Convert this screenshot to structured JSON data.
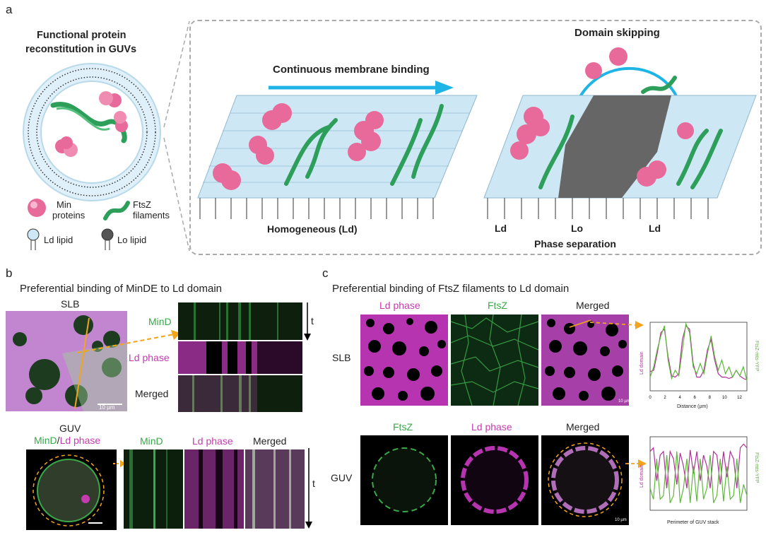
{
  "panel_a": {
    "letter": "a",
    "title_line1": "Functional protein",
    "title_line2": "reconstitution in GUVs",
    "legend": {
      "min_proteins_1": "Min",
      "min_proteins_2": "proteins",
      "ftsz_1": "FtsZ",
      "ftsz_2": "filaments",
      "ld_lipid": "Ld lipid",
      "lo_lipid": "Lo lipid"
    },
    "continuous_binding": "Continuous membrane binding",
    "homogeneous": "Homogeneous (Ld)",
    "domain_skipping": "Domain skipping",
    "ld_left": "Ld",
    "lo_mid": "Lo",
    "ld_right": "Ld",
    "phase_separation": "Phase separation",
    "colors": {
      "ld_lipid": "#cde7f5",
      "lo_lipid": "#666666",
      "arrow": "#1fb4e6",
      "ftsz": "#2e9e5b",
      "min": "#e86a9a"
    }
  },
  "panel_b": {
    "letter": "b",
    "title": "Preferential binding of MinDE to Ld domain",
    "slb": "SLB",
    "mind": "MinD",
    "ld_phase": "Ld phase",
    "merged": "Merged",
    "t": "t",
    "scale": "10 µm",
    "guv": "GUV",
    "guv_mind": "MinD",
    "guv_slash": "/",
    "guv_ld": "Ld phase",
    "k_mind": "MinD",
    "k_ld": "Ld phase",
    "k_merged": "Merged",
    "t2": "t"
  },
  "panel_c": {
    "letter": "c",
    "title": "Preferential binding of FtsZ filaments to Ld domain",
    "ld_phase": "Ld phase",
    "ftsz": "FtsZ",
    "merged": "Merged",
    "slb": "SLB",
    "ftsz2": "FtsZ",
    "ld_phase2": "Ld phase",
    "merged2": "Merged",
    "guv": "GUV",
    "scale1": "10 µm",
    "scale2": "10 µm"
  },
  "chart_data": [
    {
      "type": "line",
      "xlabel": "Distance (µm)",
      "ylabel_left": "Ld domain",
      "ylabel_right": "FtsZ-mts-YFP",
      "xlim": [
        0,
        13
      ],
      "xticks": [
        "0",
        "2",
        "4",
        "6",
        "8",
        "10",
        "12"
      ],
      "series": [
        {
          "name": "Ld domain",
          "color": "#b0309a",
          "values": [
            0.28,
            0.3,
            0.55,
            0.85,
            0.9,
            0.5,
            0.22,
            0.2,
            0.25,
            0.75,
            0.95,
            0.9,
            0.4,
            0.2,
            0.2,
            0.3,
            0.6,
            0.75,
            0.45,
            0.25,
            0.2,
            0.2,
            0.18,
            0.2,
            0.3,
            0.22,
            0.18,
            0.16
          ]
        },
        {
          "name": "FtsZ-mts-YFP",
          "color": "#5cb83a",
          "values": [
            0.2,
            0.35,
            0.6,
            0.8,
            0.95,
            0.45,
            0.18,
            0.3,
            0.22,
            0.6,
            0.98,
            0.85,
            0.35,
            0.25,
            0.4,
            0.25,
            0.55,
            0.8,
            0.5,
            0.3,
            0.45,
            0.25,
            0.35,
            0.2,
            0.3,
            0.22,
            0.35,
            0.15
          ]
        }
      ]
    },
    {
      "type": "line",
      "xlabel": "Perimeter of GUV stack",
      "ylabel_left": "Ld domain",
      "ylabel_right": "FtsZ-mts-YFP",
      "series": [
        {
          "name": "Ld domain",
          "color": "#b0309a",
          "values": [
            0.8,
            0.85,
            0.4,
            0.75,
            0.8,
            0.3,
            0.8,
            0.7,
            0.35,
            0.78,
            0.6,
            0.3,
            0.82,
            0.5,
            0.8,
            0.4,
            0.75,
            0.6,
            0.3,
            0.8,
            0.75,
            0.35,
            0.8,
            0.45,
            0.8,
            0.7,
            0.3,
            0.85,
            0.9,
            0.85
          ]
        },
        {
          "name": "FtsZ-mts-YFP",
          "color": "#5cb83a",
          "values": [
            0.3,
            0.15,
            0.7,
            0.15,
            0.2,
            0.75,
            0.1,
            0.2,
            0.8,
            0.1,
            0.3,
            0.7,
            0.1,
            0.6,
            0.12,
            0.7,
            0.15,
            0.3,
            0.75,
            0.1,
            0.2,
            0.7,
            0.12,
            0.6,
            0.15,
            0.2,
            0.7,
            0.1,
            0.35,
            0.2
          ]
        }
      ]
    }
  ]
}
